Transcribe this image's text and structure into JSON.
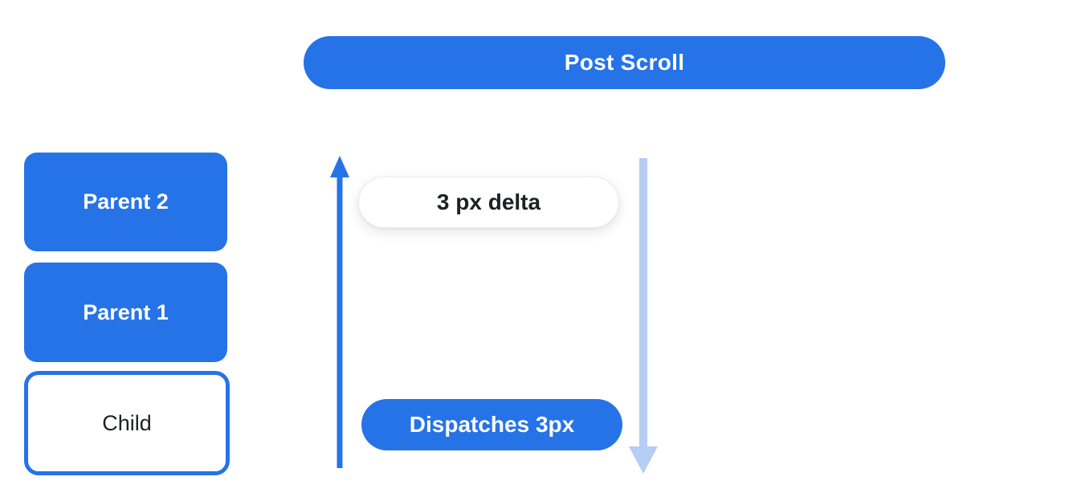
{
  "diagram": {
    "post_scroll_bar": {
      "label": "Post Scroll"
    },
    "tree_nodes": [
      {
        "label": "Parent 2",
        "variant": "filled"
      },
      {
        "label": "Parent 1",
        "variant": "filled"
      },
      {
        "label": "Child",
        "variant": "outlined"
      }
    ],
    "flow": {
      "delta_badge": {
        "label": "3 px delta"
      },
      "dispatch_badge": {
        "label": "Dispatches 3px"
      },
      "up_arrow": {
        "direction": "up",
        "color": "#2673e8"
      },
      "down_arrow": {
        "direction": "down",
        "color": "#b6cdf4"
      }
    },
    "colors": {
      "primary_blue": "#2673e8",
      "light_blue": "#b6cdf4",
      "text_dark": "#1e2022",
      "background": "#ffffff"
    }
  }
}
